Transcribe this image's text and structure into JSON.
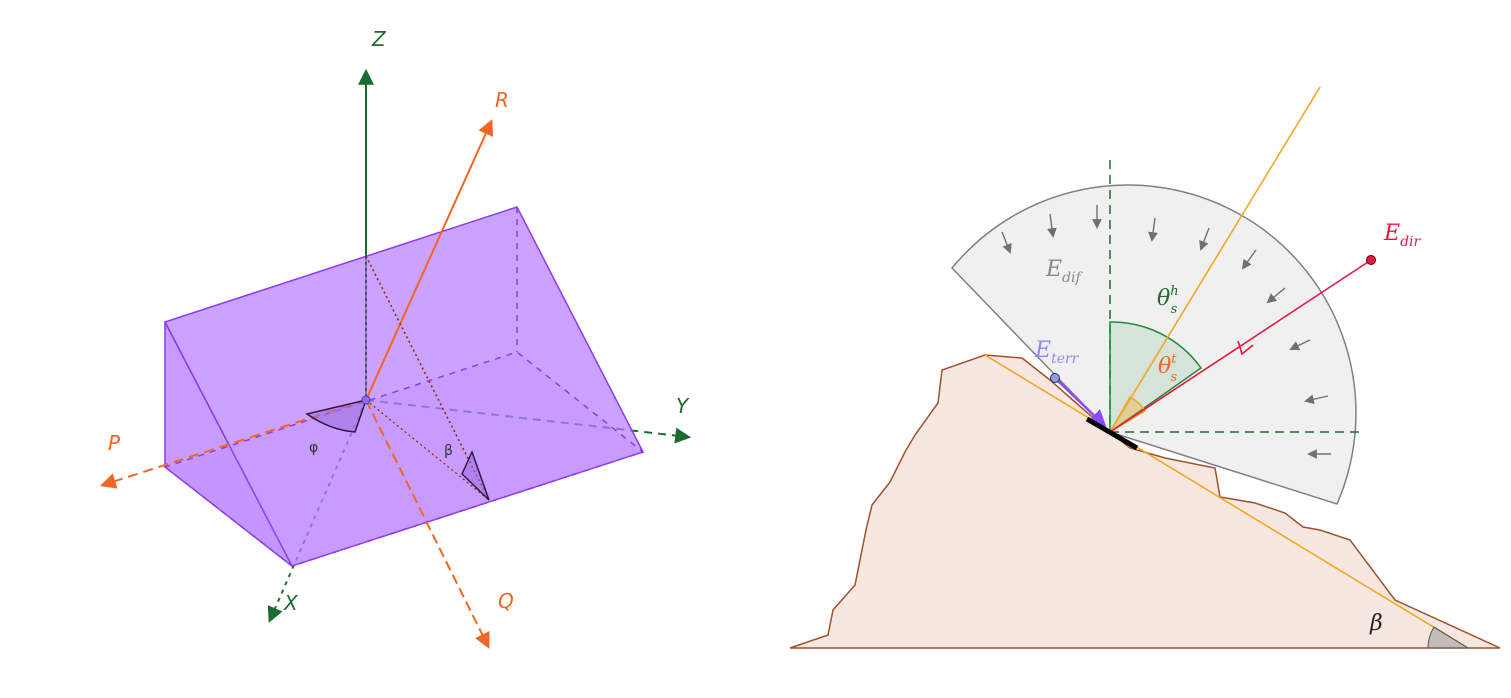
{
  "colors": {
    "xyz_axis": "#1e6b2f",
    "pqr_axis": "#f26522",
    "prism_fill": "#b57bff",
    "prism_edge": "#8a3cf0",
    "terrain_fill": "#f6e7e0",
    "terrain_edge": "#a0522d",
    "sky_fill": "#eeeeee",
    "sky_edge": "#808080",
    "direct": "#e8173c",
    "orange_line": "#f5a623",
    "terrain_ray": "#8a4bff",
    "zenith_arc": "#1e8a3a"
  },
  "left_diagram": {
    "axes": {
      "z": "Z",
      "y": "Y",
      "x": "X",
      "r": "R",
      "p": "P",
      "q": "Q"
    },
    "angles": {
      "azimuth": "φ",
      "tilt": "β"
    }
  },
  "right_diagram": {
    "labels": {
      "diffuse_base": "E",
      "diffuse_sub": "dif",
      "direct_base": "E",
      "direct_sub": "dir",
      "terrain_base": "E",
      "terrain_sub": "terr",
      "theta_h_base": "θ",
      "theta_h_sup": "h",
      "theta_h_sub": "s",
      "theta_t_base": "θ",
      "theta_t_sup": "t",
      "theta_t_sub": "s",
      "slope_angle": "β"
    }
  }
}
